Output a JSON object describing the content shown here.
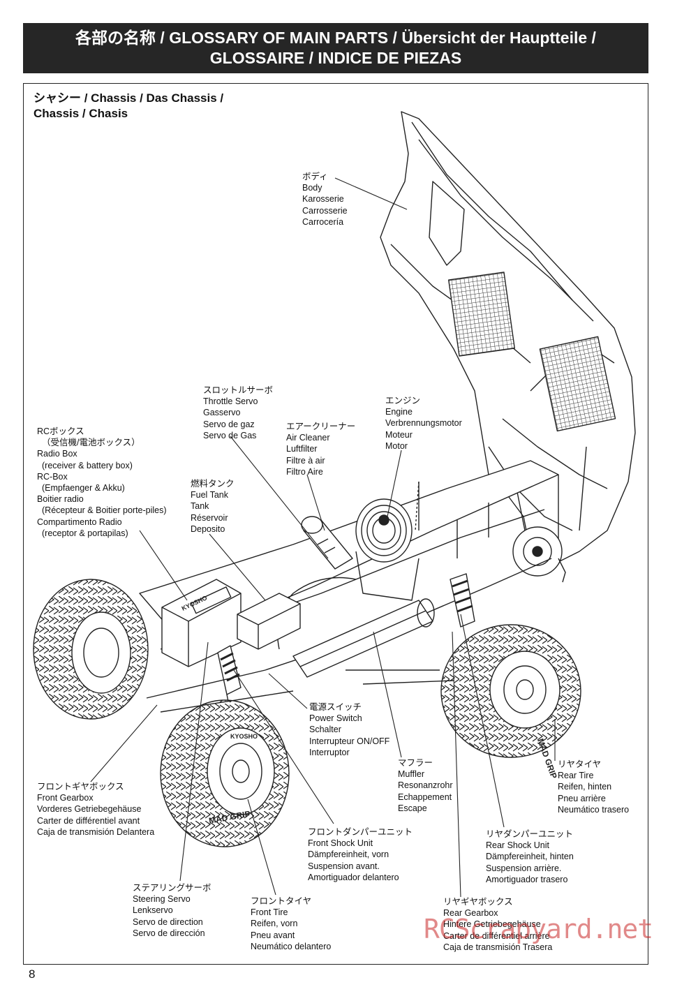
{
  "header": {
    "line1": "各部の名称 / GLOSSARY OF MAIN PARTS / Übersicht der Hauptteile /",
    "line2": "GLOSSAIRE / INDICE DE PIEZAS"
  },
  "section": {
    "line1": "シャシー /  Chassis / Das Chassis /",
    "line2": "Chassis / Chasis"
  },
  "labels": {
    "body": [
      "ボディ",
      "Body",
      "Karosserie",
      "Carrosserie",
      "Carrocería"
    ],
    "throttle_servo": [
      "スロットルサーボ",
      "Throttle Servo",
      "Gasservo",
      "Servo de gaz",
      "Servo de Gas"
    ],
    "air_cleaner": [
      "エアークリーナー",
      "Air Cleaner",
      "Luftfilter",
      "Filtre à air",
      "Filtro Aire"
    ],
    "engine": [
      "エンジン",
      "Engine",
      "Verbrennungsmotor",
      "Moteur",
      "Motor"
    ],
    "radio_box": [
      "RCボックス",
      "（受信機/電池ボックス）",
      "Radio Box",
      "(receiver & battery box)",
      "RC-Box",
      "(Empfaenger & Akku)",
      "Boitier radio",
      "(Récepteur & Boitier porte-piles)",
      "Compartimento Radio",
      "(receptor & portapilas)"
    ],
    "fuel_tank": [
      "燃料タンク",
      "Fuel Tank",
      "Tank",
      "Réservoir",
      "Deposito"
    ],
    "power_switch": [
      "電源スイッチ",
      "Power Switch",
      "Schalter",
      "Interrupteur ON/OFF",
      "Interruptor"
    ],
    "muffler": [
      "マフラー",
      "Muffler",
      "Resonanzrohr",
      "Echappement",
      "Escape"
    ],
    "rear_tire": [
      "リヤタイヤ",
      "Rear Tire",
      "Reifen, hinten",
      "Pneu arrière",
      "Neumático trasero"
    ],
    "front_gearbox": [
      "フロントギヤボックス",
      "Front Gearbox",
      "Vorderes Getriebegehäuse",
      "Carter de différentiel avant",
      "Caja de transmisión Delantera"
    ],
    "front_shock": [
      "フロントダンパーユニット",
      "Front Shock Unit",
      "Dämpfereinheit, vorn",
      "Suspension avant.",
      "Amortiguador delantero"
    ],
    "rear_shock": [
      "リヤダンパーユニット",
      "Rear Shock Unit",
      "Dämpfereinheit, hinten",
      "Suspension arrière.",
      "Amortiguador trasero"
    ],
    "steering_servo": [
      "ステアリングサーボ",
      "Steering Servo",
      "Lenkservo",
      "Servo de direction",
      "Servo de dirección"
    ],
    "front_tire": [
      "フロントタイヤ",
      "Front Tire",
      "Reifen, vorn",
      "Pneu avant",
      "Neumático delantero"
    ],
    "rear_gearbox": [
      "リヤギヤボックス",
      "Rear Gearbox",
      "Hintere Getriebegehäuse",
      "Carter de différentiel arrière",
      "Caja de transmisión Trasera"
    ]
  },
  "tire_text": [
    "MAD GRIP",
    "KYOSHO"
  ],
  "radio_box_brand": "KYOSHO",
  "page_number": "8",
  "watermark": "RCScrapyard.net"
}
